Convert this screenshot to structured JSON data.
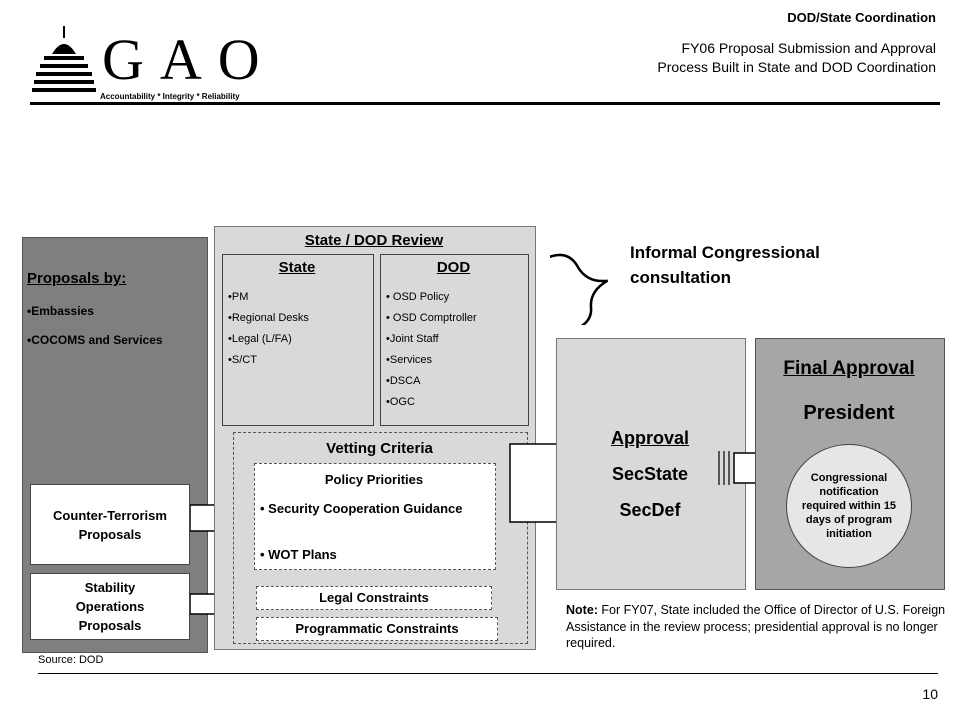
{
  "header": {
    "title": "DOD/State Coordination",
    "subtitle_line1": "FY06 Proposal Submission and Approval",
    "subtitle_line2": "Process Built in State and DOD Coordination",
    "logo_text": "GAO",
    "logo_tagline": "Accountability * Integrity * Reliability"
  },
  "proposals": {
    "heading": "Proposals by:",
    "items": [
      "•Embassies",
      "•COCOMS and Services"
    ],
    "counter_terrorism": "Counter-Terrorism Proposals",
    "stability": "Stability Operations Proposals"
  },
  "review": {
    "heading": "State / DOD Review",
    "state_heading": "State",
    "state_items": [
      "•PM",
      "•Regional Desks",
      "•Legal (L/FA)",
      "•S/CT"
    ],
    "dod_heading": "DOD",
    "dod_items": [
      "• OSD Policy",
      "• OSD Comptroller",
      "•Joint Staff",
      "•Services",
      "•DSCA",
      "•OGC"
    ],
    "vetting_heading": "Vetting Criteria",
    "policy_heading": "Policy Priorities",
    "policy_items": [
      "• Security Cooperation Guidance",
      "• WOT Plans"
    ],
    "legal": "Legal Constraints",
    "programmatic": "Programmatic Constraints"
  },
  "consultation": "Informal Congressional consultation",
  "approval": {
    "heading": "Approval",
    "items": [
      "SecState",
      "SecDef"
    ]
  },
  "final": {
    "heading": "Final Approval",
    "president": "President",
    "circle_text": "Congressional notification required within 15 days of program initiation"
  },
  "note": {
    "label": "Note:",
    "text": " For FY07, State included the Office of Director of U.S. Foreign Assistance in the review process; presidential approval is no longer required."
  },
  "source": "Source: DOD",
  "page_number": "10"
}
